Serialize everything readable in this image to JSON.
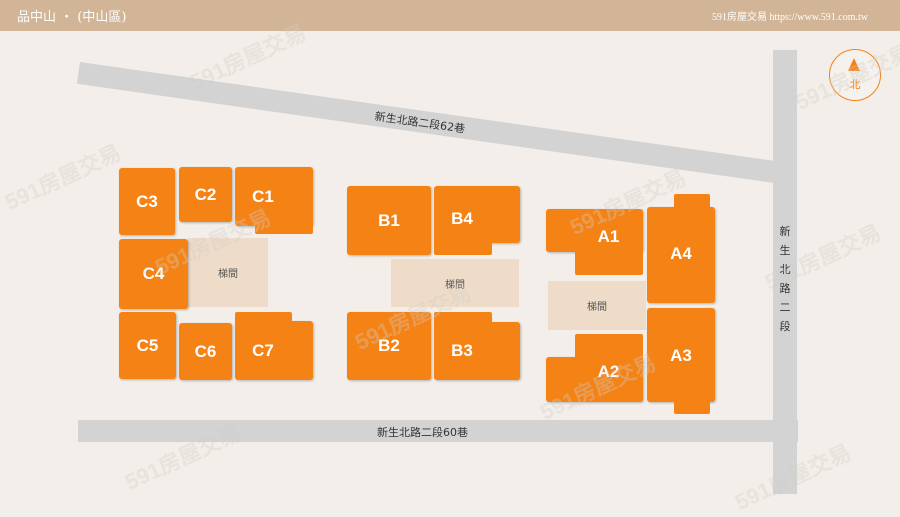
{
  "header": {
    "title": "品中山 ・ (中山區)",
    "site": "591房屋交易 https://www.591.com.tw"
  },
  "compass": {
    "label": "北"
  },
  "roads": {
    "top": "新生北路二段62巷",
    "bottom": "新生北路二段60巷",
    "right": "新生北路二段"
  },
  "stairs": {
    "label": "梯間"
  },
  "units": {
    "C1": "C1",
    "C2": "C2",
    "C3": "C3",
    "C4": "C4",
    "C5": "C5",
    "C6": "C6",
    "C7": "C7",
    "B1": "B1",
    "B2": "B2",
    "B3": "B3",
    "B4": "B4",
    "A1": "A1",
    "A2": "A2",
    "A3": "A3",
    "A4": "A4"
  },
  "watermark": "591房屋交易",
  "colors": {
    "unit": "#f58214",
    "header": "#d1b596",
    "road": "#d3d3d3",
    "stairwell": "#efdcc8"
  }
}
